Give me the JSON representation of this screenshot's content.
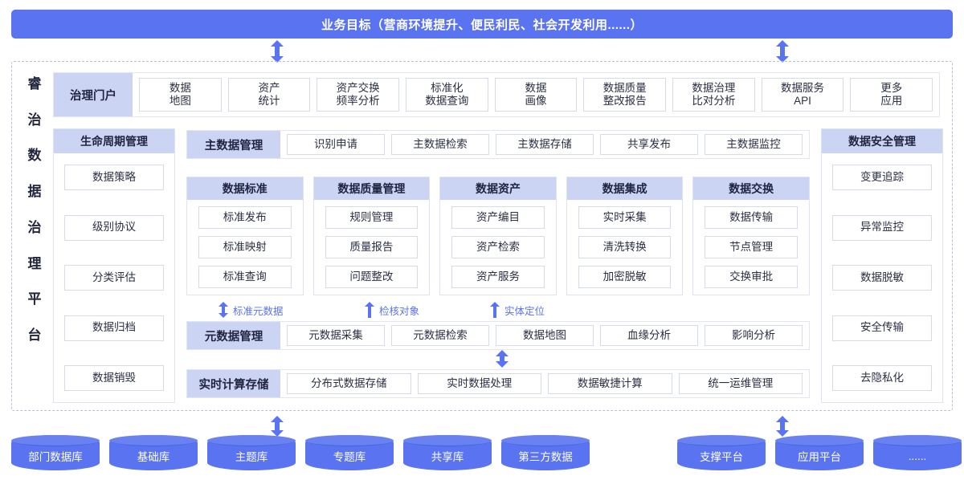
{
  "banner": {
    "text": "业务目标（营商环境提升、便民利民、社会开发利用......）"
  },
  "platform": {
    "name_chars": [
      "睿",
      "治",
      "数",
      "据",
      "治",
      "理",
      "平",
      "台"
    ]
  },
  "portal": {
    "title": "治理门户",
    "items": [
      "数据\n地图",
      "资产\n统计",
      "资产交换\n频率分析",
      "标准化\n数据查询",
      "数据\n画像",
      "数据质量\n整改报告",
      "数据治理\n比对分析",
      "数据服务\nAPI",
      "更多\n应用"
    ]
  },
  "lifecycle": {
    "title": "生命周期管理",
    "items": [
      "数据策略",
      "级别协议",
      "分类评估",
      "数据归档",
      "数据销毁"
    ]
  },
  "masterdata": {
    "title": "主数据管理",
    "items": [
      "识别申请",
      "主数据检索",
      "主数据存储",
      "共享发布",
      "主数据监控"
    ]
  },
  "domains": [
    {
      "title": "数据标准",
      "items": [
        "标准发布",
        "标准映射",
        "标准查询"
      ]
    },
    {
      "title": "数据质量管理",
      "items": [
        "规则管理",
        "质量报告",
        "问题整改"
      ]
    },
    {
      "title": "数据资产",
      "items": [
        "资产编目",
        "资产检索",
        "资产服务"
      ]
    },
    {
      "title": "数据集成",
      "items": [
        "实时采集",
        "清洗转换",
        "加密脱敏"
      ]
    },
    {
      "title": "数据交换",
      "items": [
        "数据传输",
        "节点管理",
        "交换审批"
      ]
    }
  ],
  "flow_labels": [
    {
      "label": "标准元数据",
      "arrow": "double"
    },
    {
      "label": "检核对象",
      "arrow": "up"
    },
    {
      "label": "实体定位",
      "arrow": "up"
    }
  ],
  "metadata": {
    "title": "元数据管理",
    "items": [
      "元数据采集",
      "元数据检索",
      "数据地图",
      "血缘分析",
      "影响分析"
    ]
  },
  "realtime": {
    "title": "实时计算存储",
    "items": [
      "分布式数据存储",
      "实时数据处理",
      "数据敏捷计算",
      "统一运维管理"
    ]
  },
  "sources_left": [
    "部门数据库",
    "基础库",
    "主题库",
    "专题库",
    "共享库",
    "第三方数据"
  ],
  "sources_right": [
    "支撑平台",
    "应用平台",
    "......"
  ],
  "security": {
    "title": "数据安全管理",
    "items": [
      "变更追踪",
      "异常监控",
      "数据脱敏",
      "安全传输",
      "去隐私化"
    ]
  },
  "colors": {
    "accent": "#5a73f0",
    "header_fill": "#ccd4f3",
    "chip_border": "#d7dbe8",
    "frame_dash": "#b9bfd0"
  }
}
